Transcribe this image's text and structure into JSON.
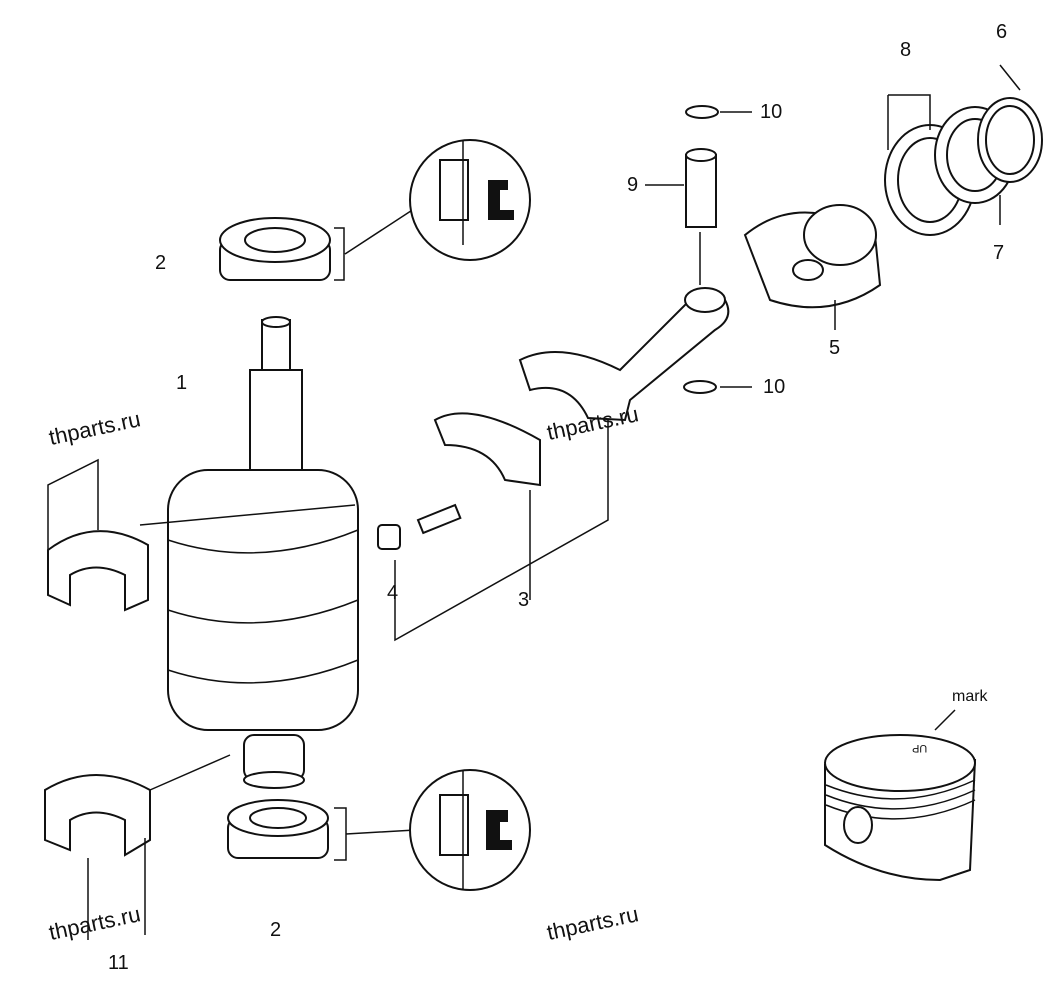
{
  "diagram": {
    "callouts": {
      "crankshaft": "1",
      "oil_seal_top": "2",
      "oil_seal_bottom": "2",
      "rod_cap": "3",
      "rod_bolt": "4",
      "piston": "5",
      "ring_top": "6",
      "ring_second": "7",
      "oil_ring": "8",
      "piston_pin": "9",
      "clip_top": "10",
      "clip_bottom": "10",
      "bearing": "11"
    },
    "piston_mark_label": "mark",
    "piston_up_text": "UP",
    "watermarks": [
      "thparts.ru",
      "thparts.ru",
      "thparts.ru",
      "thparts.ru"
    ]
  }
}
